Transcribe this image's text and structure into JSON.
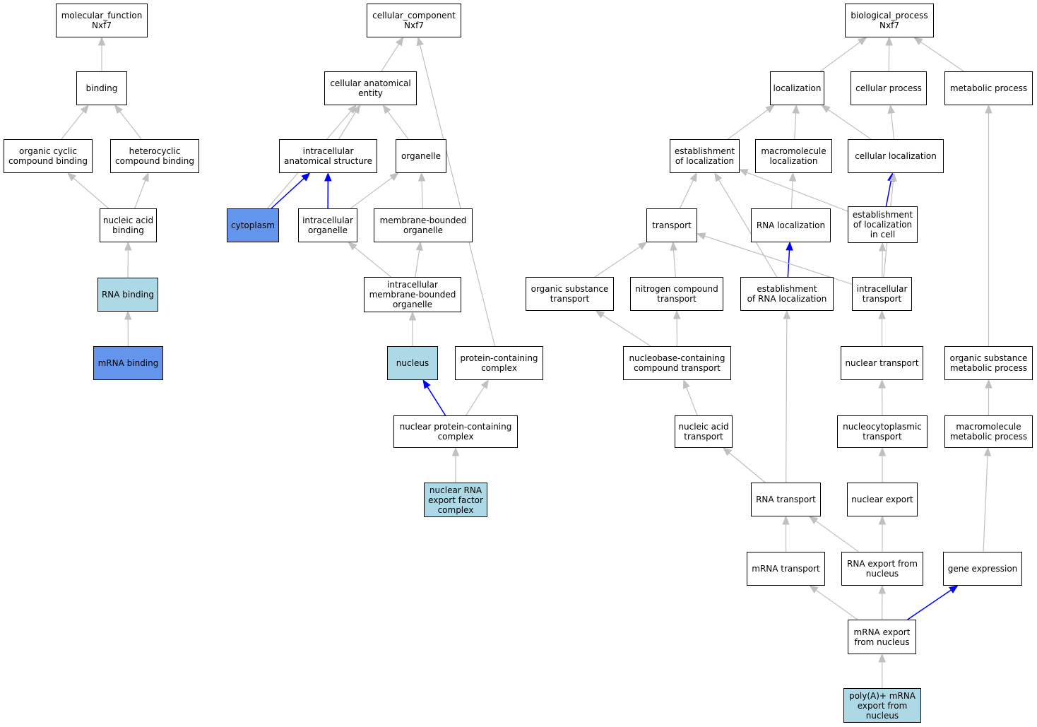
{
  "colors": {
    "edge_default": "#c0c0c0",
    "edge_highlight": "#0000ff",
    "node_default": "#ffffff",
    "node_light": "#add8e6",
    "node_dark": "#6495ed",
    "border": "#000000"
  },
  "nodes": {
    "mf_root": {
      "label": "molecular_function\nNxf7",
      "fill": "white"
    },
    "binding": {
      "label": "binding",
      "fill": "white"
    },
    "organic_cyclic": {
      "label": "organic cyclic\ncompound binding",
      "fill": "white"
    },
    "heterocyclic": {
      "label": "heterocyclic\ncompound binding",
      "fill": "white"
    },
    "nucleic_acid_binding": {
      "label": "nucleic acid\nbinding",
      "fill": "white"
    },
    "rna_binding": {
      "label": "RNA binding",
      "fill": "light"
    },
    "mrna_binding": {
      "label": "mRNA binding",
      "fill": "dark"
    },
    "cc_root": {
      "label": "cellular_component\nNxf7",
      "fill": "white"
    },
    "cell_anat": {
      "label": "cellular anatomical\nentity",
      "fill": "white"
    },
    "intra_anat": {
      "label": "intracellular\nanatomical structure",
      "fill": "white"
    },
    "organelle": {
      "label": "organelle",
      "fill": "white"
    },
    "cytoplasm": {
      "label": "cytoplasm",
      "fill": "dark"
    },
    "intra_organelle": {
      "label": "intracellular\norganelle",
      "fill": "white"
    },
    "mem_organelle": {
      "label": "membrane-bounded\norganelle",
      "fill": "white"
    },
    "intra_mem_organelle": {
      "label": "intracellular\nmembrane-bounded\norganelle",
      "fill": "white"
    },
    "nucleus": {
      "label": "nucleus",
      "fill": "light"
    },
    "protein_complex": {
      "label": "protein-containing\ncomplex",
      "fill": "white"
    },
    "nuc_protein_complex": {
      "label": "nuclear protein-containing\ncomplex",
      "fill": "white"
    },
    "nuc_rna_export_complex": {
      "label": "nuclear RNA\nexport factor\ncomplex",
      "fill": "light"
    },
    "bp_root": {
      "label": "biological_process\nNxf7",
      "fill": "white"
    },
    "localization": {
      "label": "localization",
      "fill": "white"
    },
    "cellular_process": {
      "label": "cellular process",
      "fill": "white"
    },
    "metabolic_process": {
      "label": "metabolic process",
      "fill": "white"
    },
    "est_localization": {
      "label": "establishment\nof localization",
      "fill": "white"
    },
    "macro_localization": {
      "label": "macromolecule\nlocalization",
      "fill": "white"
    },
    "cell_localization": {
      "label": "cellular localization",
      "fill": "white"
    },
    "transport": {
      "label": "transport",
      "fill": "white"
    },
    "rna_localization": {
      "label": "RNA localization",
      "fill": "white"
    },
    "est_loc_in_cell": {
      "label": "establishment\nof localization\nin cell",
      "fill": "white"
    },
    "org_sub_transport": {
      "label": "organic substance\ntransport",
      "fill": "white"
    },
    "nitrogen_transport": {
      "label": "nitrogen compound\ntransport",
      "fill": "white"
    },
    "est_rna_localization": {
      "label": "establishment\nof RNA localization",
      "fill": "white"
    },
    "intra_transport": {
      "label": "intracellular\ntransport",
      "fill": "white"
    },
    "nucleobase_transport": {
      "label": "nucleobase-containing\ncompound transport",
      "fill": "white"
    },
    "nuclear_transport": {
      "label": "nuclear transport",
      "fill": "white"
    },
    "org_sub_metabolic": {
      "label": "organic substance\nmetabolic process",
      "fill": "white"
    },
    "nucleic_acid_transport": {
      "label": "nucleic acid\ntransport",
      "fill": "white"
    },
    "nucleocyto_transport": {
      "label": "nucleocytoplasmic\ntransport",
      "fill": "white"
    },
    "macro_metabolic": {
      "label": "macromolecule\nmetabolic process",
      "fill": "white"
    },
    "rna_transport": {
      "label": "RNA transport",
      "fill": "white"
    },
    "nuclear_export": {
      "label": "nuclear export",
      "fill": "white"
    },
    "mrna_transport": {
      "label": "mRNA transport",
      "fill": "white"
    },
    "rna_export_nucleus": {
      "label": "RNA export from\nnucleus",
      "fill": "white"
    },
    "gene_expression": {
      "label": "gene expression",
      "fill": "white"
    },
    "mrna_export_nucleus": {
      "label": "mRNA export\nfrom nucleus",
      "fill": "white"
    },
    "polya_mrna_export": {
      "label": "poly(A)+ mRNA\nexport from\nnucleus",
      "fill": "light"
    }
  },
  "edges": [
    {
      "from": "binding",
      "to": "mf_root",
      "highlight": false
    },
    {
      "from": "organic_cyclic",
      "to": "binding",
      "highlight": false
    },
    {
      "from": "heterocyclic",
      "to": "binding",
      "highlight": false
    },
    {
      "from": "nucleic_acid_binding",
      "to": "organic_cyclic",
      "highlight": false
    },
    {
      "from": "nucleic_acid_binding",
      "to": "heterocyclic",
      "highlight": false
    },
    {
      "from": "rna_binding",
      "to": "nucleic_acid_binding",
      "highlight": false
    },
    {
      "from": "mrna_binding",
      "to": "rna_binding",
      "highlight": false
    },
    {
      "from": "cell_anat",
      "to": "cc_root",
      "highlight": false
    },
    {
      "from": "protein_complex",
      "to": "cc_root",
      "highlight": false
    },
    {
      "from": "intra_anat",
      "to": "cell_anat",
      "highlight": false
    },
    {
      "from": "organelle",
      "to": "cell_anat",
      "highlight": false
    },
    {
      "from": "cytoplasm",
      "to": "cell_anat",
      "highlight": false
    },
    {
      "from": "cytoplasm",
      "to": "intra_anat",
      "highlight": true
    },
    {
      "from": "intra_organelle",
      "to": "intra_anat",
      "highlight": true
    },
    {
      "from": "intra_organelle",
      "to": "organelle",
      "highlight": false
    },
    {
      "from": "mem_organelle",
      "to": "organelle",
      "highlight": false
    },
    {
      "from": "intra_mem_organelle",
      "to": "intra_organelle",
      "highlight": false
    },
    {
      "from": "intra_mem_organelle",
      "to": "mem_organelle",
      "highlight": false
    },
    {
      "from": "nucleus",
      "to": "intra_mem_organelle",
      "highlight": false
    },
    {
      "from": "nuc_protein_complex",
      "to": "nucleus",
      "highlight": true
    },
    {
      "from": "nuc_protein_complex",
      "to": "protein_complex",
      "highlight": false
    },
    {
      "from": "nuc_rna_export_complex",
      "to": "nuc_protein_complex",
      "highlight": false
    },
    {
      "from": "localization",
      "to": "bp_root",
      "highlight": false
    },
    {
      "from": "cellular_process",
      "to": "bp_root",
      "highlight": false
    },
    {
      "from": "metabolic_process",
      "to": "bp_root",
      "highlight": false
    },
    {
      "from": "est_localization",
      "to": "localization",
      "highlight": false
    },
    {
      "from": "macro_localization",
      "to": "localization",
      "highlight": false
    },
    {
      "from": "cell_localization",
      "to": "localization",
      "highlight": false
    },
    {
      "from": "cell_localization",
      "to": "cellular_process",
      "highlight": false
    },
    {
      "from": "transport",
      "to": "est_localization",
      "highlight": false
    },
    {
      "from": "rna_localization",
      "to": "macro_localization",
      "highlight": false
    },
    {
      "from": "est_loc_in_cell",
      "to": "est_localization",
      "highlight": false
    },
    {
      "from": "est_loc_in_cell",
      "to": "cell_localization",
      "highlight": true
    },
    {
      "from": "org_sub_transport",
      "to": "transport",
      "highlight": false
    },
    {
      "from": "nitrogen_transport",
      "to": "transport",
      "highlight": false
    },
    {
      "from": "est_rna_localization",
      "to": "rna_localization",
      "highlight": true
    },
    {
      "from": "est_rna_localization",
      "to": "est_localization",
      "highlight": false
    },
    {
      "from": "intra_transport",
      "to": "transport",
      "highlight": false
    },
    {
      "from": "intra_transport",
      "to": "est_loc_in_cell",
      "highlight": false
    },
    {
      "from": "intra_transport",
      "to": "cell_localization",
      "highlight": false
    },
    {
      "from": "nucleobase_transport",
      "to": "org_sub_transport",
      "highlight": false
    },
    {
      "from": "nucleobase_transport",
      "to": "nitrogen_transport",
      "highlight": false
    },
    {
      "from": "nuclear_transport",
      "to": "intra_transport",
      "highlight": false
    },
    {
      "from": "org_sub_metabolic",
      "to": "metabolic_process",
      "highlight": false
    },
    {
      "from": "nucleic_acid_transport",
      "to": "nucleobase_transport",
      "highlight": false
    },
    {
      "from": "nucleocyto_transport",
      "to": "nuclear_transport",
      "highlight": false
    },
    {
      "from": "macro_metabolic",
      "to": "org_sub_metabolic",
      "highlight": false
    },
    {
      "from": "rna_transport",
      "to": "nucleic_acid_transport",
      "highlight": false
    },
    {
      "from": "rna_transport",
      "to": "est_rna_localization",
      "highlight": false
    },
    {
      "from": "nuclear_export",
      "to": "nucleocyto_transport",
      "highlight": false
    },
    {
      "from": "mrna_transport",
      "to": "rna_transport",
      "highlight": false
    },
    {
      "from": "rna_export_nucleus",
      "to": "rna_transport",
      "highlight": false
    },
    {
      "from": "rna_export_nucleus",
      "to": "nuclear_export",
      "highlight": false
    },
    {
      "from": "gene_expression",
      "to": "macro_metabolic",
      "highlight": false
    },
    {
      "from": "mrna_export_nucleus",
      "to": "mrna_transport",
      "highlight": false
    },
    {
      "from": "mrna_export_nucleus",
      "to": "rna_export_nucleus",
      "highlight": false
    },
    {
      "from": "mrna_export_nucleus",
      "to": "gene_expression",
      "highlight": true
    },
    {
      "from": "polya_mrna_export",
      "to": "mrna_export_nucleus",
      "highlight": false
    }
  ]
}
